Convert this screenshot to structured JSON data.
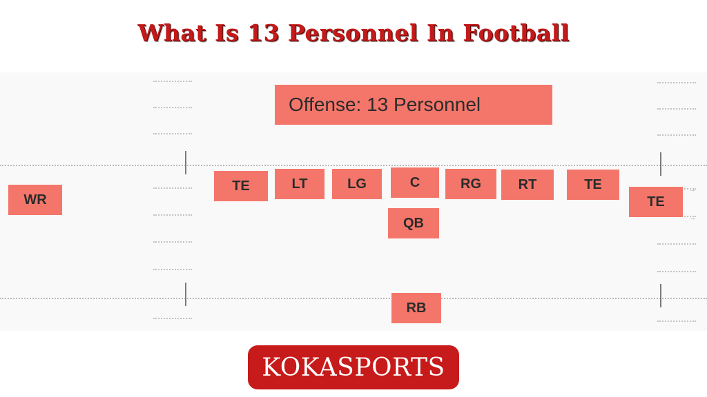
{
  "title": "What Is 13 Personnel In Football",
  "diagram": {
    "heading": "Offense:  13 Personnel",
    "players": {
      "wr": "WR",
      "te_left": "TE",
      "lt": "LT",
      "lg": "LG",
      "c": "C",
      "rg": "RG",
      "rt": "RT",
      "te_right": "TE",
      "te_wing": "TE",
      "qb": "QB",
      "rb": "RB"
    }
  },
  "brand": {
    "name": "KOKASPORTS"
  },
  "colors": {
    "title": "#c41a1a",
    "player_box": "#f4766a",
    "brand_bg": "#c71a1a"
  }
}
